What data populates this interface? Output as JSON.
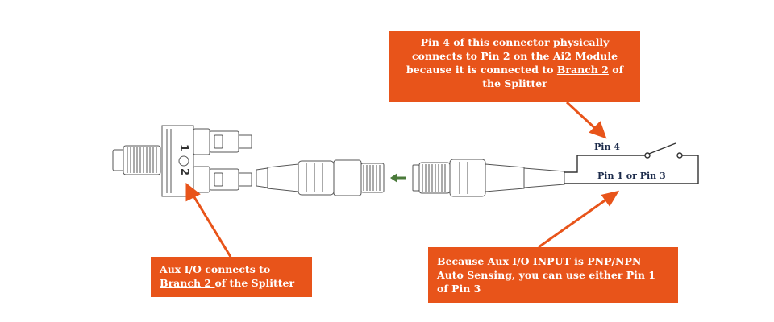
{
  "callouts": {
    "pin4": {
      "line1": "Pin 4 of this connector physically",
      "line2": "connects to Pin 2 on the Ai2 Module",
      "line3_pre": "because it is connected to ",
      "line3_link": "Branch 2",
      "line3_post": " of",
      "line4": "the Splitter"
    },
    "aux": {
      "line1": "Aux I/O connects to",
      "line2_link": "Branch 2 ",
      "line2_post": "of the Splitter"
    },
    "sense": {
      "line1": "Because Aux I/O INPUT is PNP/NPN",
      "line2": "Auto Sensing, you can use either Pin 1",
      "line3": "of Pin 3"
    }
  },
  "labels": {
    "pin4": "Pin 4",
    "pin1_or_3": "Pin 1 or Pin 3",
    "branch1": "1",
    "branch2": "2"
  },
  "colors": {
    "callout_bg": "#e8541a",
    "callout_text": "#ffffff",
    "arrow": "#e8541a",
    "direction_arrow": "#4a7a3a",
    "pin_label": "#1b2a4a",
    "line_art": "#555555"
  }
}
